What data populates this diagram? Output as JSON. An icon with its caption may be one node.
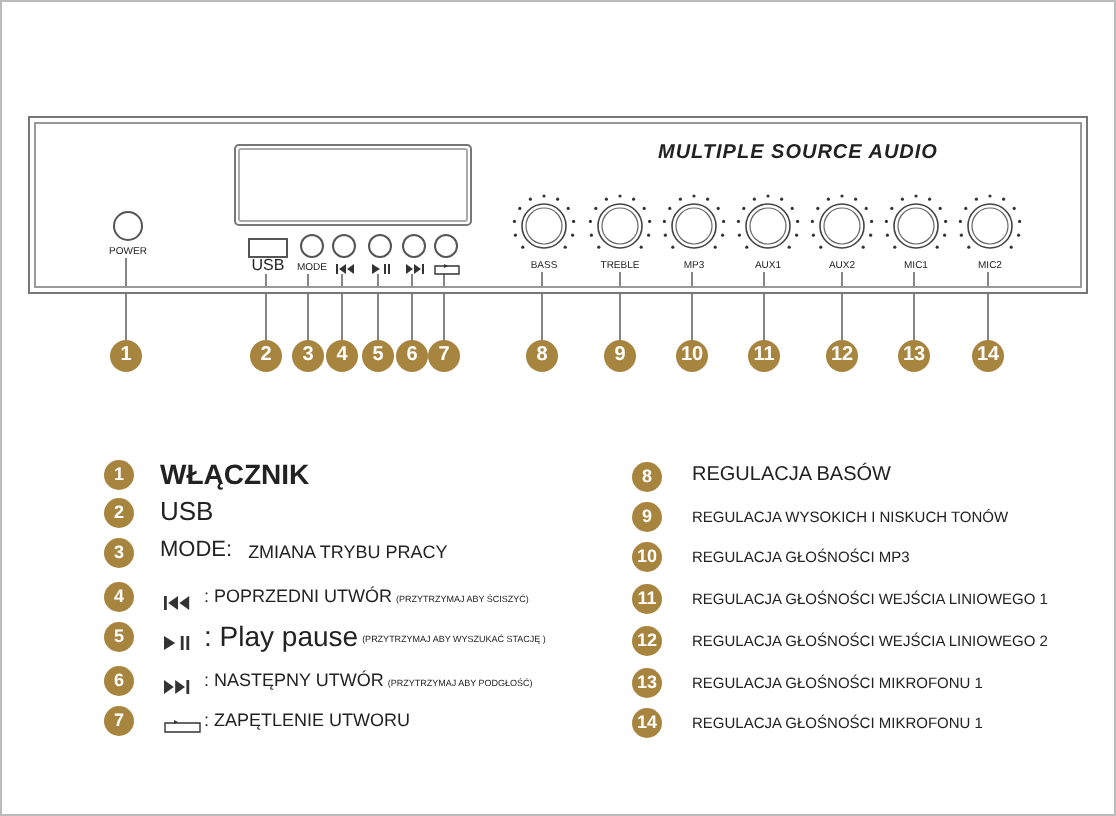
{
  "diagram": {
    "nodes": [
      {
        "text": [
          "MULTIPLE SOURCE AUDIO"
        ]
      },
      {
        "text": [
          "POWER"
        ],
        "in": 0
      },
      {
        "text": [
          "USB"
        ],
        "in": 0
      },
      {
        "text": [
          "MODE"
        ],
        "in": 0
      },
      {
        "text": [],
        "shape": "circle",
        "in": 0
      },
      {
        "text": [],
        "shape": "circle",
        "in": 0
      },
      {
        "text": [],
        "shape": "circle",
        "in": 0
      },
      {
        "text": [],
        "shape": "circle",
        "in": 0
      },
      {
        "text": [
          "BASS"
        ],
        "in": 0
      },
      {
        "text": [
          "TREBLE"
        ],
        "in": 0
      },
      {
        "text": [
          "MP3"
        ],
        "in": 0
      },
      {
        "text": [
          "AUX1"
        ],
        "in": 0
      },
      {
        "text": [
          "AUX2"
        ],
        "in": 0
      },
      {
        "text": [
          "MIC1"
        ],
        "in": 0
      },
      {
        "text": [
          "MIC2"
        ],
        "in": 0
      },
      {
        "text": [
          "1"
        ]
      },
      {
        "text": [
          "2"
        ]
      },
      {
        "text": [
          "3"
        ]
      },
      {
        "text": [
          "4"
        ]
      },
      {
        "text": [
          "5"
        ]
      },
      {
        "text": [
          "6"
        ]
      },
      {
        "text": [
          "7"
        ]
      },
      {
        "text": [
          "8"
        ]
      },
      {
        "text": [
          "9"
        ]
      },
      {
        "text": [
          "10"
        ]
      },
      {
        "text": [
          "11"
        ]
      },
      {
        "text": [
          "12"
        ]
      },
      {
        "text": [
          "13"
        ]
      },
      {
        "text": [
          "14"
        ]
      },
      {
        "text": [
          "1"
        ],
        "beside": [
          "WŁĄCZNIK"
        ]
      },
      {
        "text": [
          "2"
        ],
        "beside": [
          "USB"
        ]
      },
      {
        "text": [
          "3"
        ],
        "beside": [
          "MODE:",
          "ZMIANA TRYBU PRACY"
        ]
      },
      {
        "text": [
          "4"
        ],
        "beside": [
          ": POPRZEDNI UTWÓR",
          "(PRZYTRZYMAJ ABY ŚCISZYĆ)"
        ]
      },
      {
        "text": [
          "5"
        ],
        "beside": [
          ": Play pause",
          "(PRZYTRZYMAJ ABY WYSZUKAĆ STACJĘ )"
        ]
      },
      {
        "text": [
          "6"
        ],
        "beside": [
          ": NASTĘPNY UTWÓR",
          "(PRZYTRZYMAJ ABY PODGŁOŚĆ)"
        ]
      },
      {
        "text": [
          "7"
        ],
        "beside": [
          ": ZAPĘTLENIE UTWORU"
        ]
      },
      {
        "text": [
          "8"
        ],
        "beside": [
          "REGULACJA BASÓW"
        ]
      },
      {
        "text": [
          "9"
        ],
        "beside": [
          "REGULACJA WYSOKICH I NISKUCH TONÓW"
        ]
      },
      {
        "text": [
          "10"
        ],
        "beside": [
          "REGULACJA GŁOŚNOŚCI MP3"
        ]
      },
      {
        "text": [
          "11"
        ],
        "beside": [
          "REGULACJA GŁOŚNOŚCI WEJŚCIA LINIOWEGO 1"
        ]
      },
      {
        "text": [
          "12"
        ],
        "beside": [
          "REGULACJA GŁOŚNOŚCI WEJŚCIA LINIOWEGO 2"
        ]
      },
      {
        "text": [
          "13"
        ],
        "beside": [
          "REGULACJA GŁOŚNOŚCI MIKROFONU 1"
        ]
      },
      {
        "text": [
          "14"
        ],
        "beside": [
          "REGULACJA GŁOŚNOŚCI MIKROFONU 1"
        ]
      }
    ],
    "edges": [
      {
        "from": 15,
        "to": 1,
        "arrow": "none"
      },
      {
        "from": 16,
        "to": 2,
        "arrow": "none"
      },
      {
        "from": 17,
        "to": 3,
        "arrow": "none"
      },
      {
        "from": 18,
        "to": 4,
        "arrow": "none"
      },
      {
        "from": 19,
        "to": 5,
        "arrow": "none"
      },
      {
        "from": 20,
        "to": 6,
        "arrow": "none"
      },
      {
        "from": 21,
        "to": 7,
        "arrow": "none"
      },
      {
        "from": 22,
        "to": 8,
        "arrow": "none"
      },
      {
        "from": 23,
        "to": 9,
        "arrow": "none"
      },
      {
        "from": 24,
        "to": 10,
        "arrow": "none"
      },
      {
        "from": 25,
        "to": 11,
        "arrow": "none"
      },
      {
        "from": 26,
        "to": 12,
        "arrow": "none"
      },
      {
        "from": 27,
        "to": 13,
        "arrow": "none"
      },
      {
        "from": 28,
        "to": 14,
        "arrow": "none"
      }
    ]
  }
}
